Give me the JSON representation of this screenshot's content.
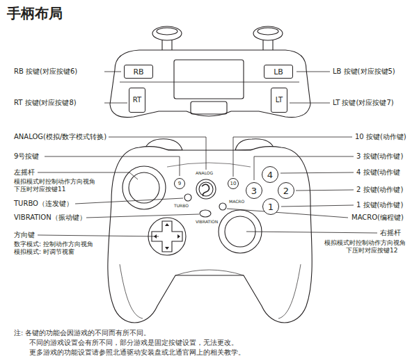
{
  "diagram": {
    "title": "手柄布局",
    "nodes": [
      {
        "text": [
          "RB"
        ]
      },
      {
        "text": [
          "LB"
        ]
      },
      {
        "text": [
          "RT"
        ]
      },
      {
        "text": [
          "LT"
        ]
      },
      {
        "text": [
          "9"
        ]
      },
      {
        "text": [
          "10"
        ]
      },
      {
        "text": [
          "4"
        ]
      },
      {
        "text": [
          "3"
        ]
      },
      {
        "text": [
          "2"
        ]
      },
      {
        "text": [
          "1"
        ]
      }
    ],
    "labels": [
      "RB 按键(对应按键6)",
      "LB 按键(对应按键5)",
      "RT 按键(对应按键8)",
      "LT 按键(对应按键7)",
      "ANALOG(模拟/数字模式转换)",
      "10 按键(动作键)",
      "9号按键",
      "3 按键(动作键)",
      "左摇杆",
      "模拟模式时控制动作方向视角",
      "下压时对应按键11",
      "4 按键(动作键",
      "2 按键(动作键)",
      "1 按键(动作键)",
      "TURBO（连发键）",
      "VIBRATION（振动键）",
      "MACRO(编程键)",
      "方向键",
      "数字模式: 控制动作方向视角",
      "模拟模式: 时调节视窗",
      "右摇杆",
      "模拟模式时控制动作方向视角",
      "下压时对应按键12",
      "ANALOG",
      "TURBO",
      "VIBRATION",
      "MACRO",
      "注: 各键的功能会因游戏的不同而有所不同。",
      "不同的游戏设置会有所不同，部分游戏是固定按键设置，无法更改。",
      "更多游戏的功能设置请参照北通驱动安装盘或北通官网上的相关教学。"
    ]
  }
}
